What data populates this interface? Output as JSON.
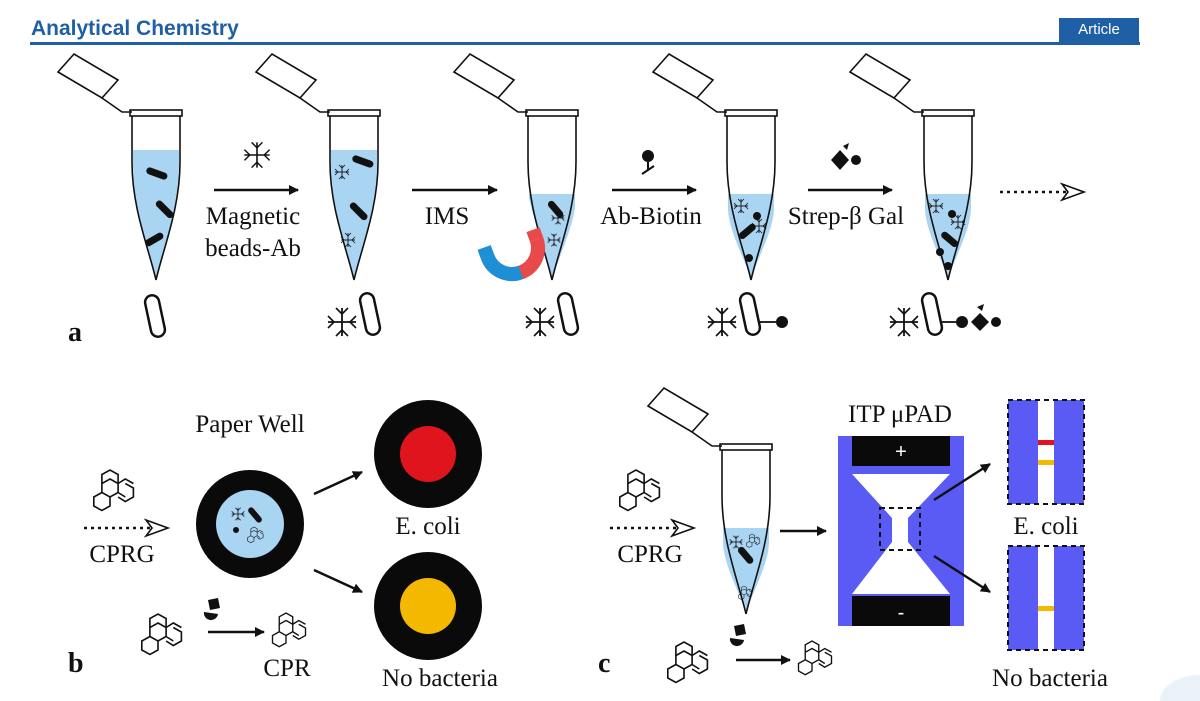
{
  "header": {
    "journal": "Analytical Chemistry",
    "article_type": "Article"
  },
  "figure": {
    "panel_a": {
      "label": "a",
      "steps": [
        "Magnetic",
        "beads-Ab",
        "IMS",
        "Ab-Biotin",
        "Strep-β Gal"
      ]
    },
    "panel_b": {
      "label": "b",
      "well_title": "Paper Well",
      "reagent": "CPRG",
      "product": "CPR",
      "result_positive": "E. coli",
      "result_negative": "No bacteria"
    },
    "panel_c": {
      "label": "c",
      "device_title": "ITP μPAD",
      "reagent": "CPRG",
      "plus": "+",
      "minus": "-",
      "result_positive": "E. coli",
      "result_negative": "No bacteria"
    },
    "colors": {
      "liquid": "#a9d4f2",
      "channel": "#5a5af5",
      "red_band": "#e0141c",
      "yellow_band": "#f5b800",
      "brand": "#1f5fa6"
    }
  }
}
